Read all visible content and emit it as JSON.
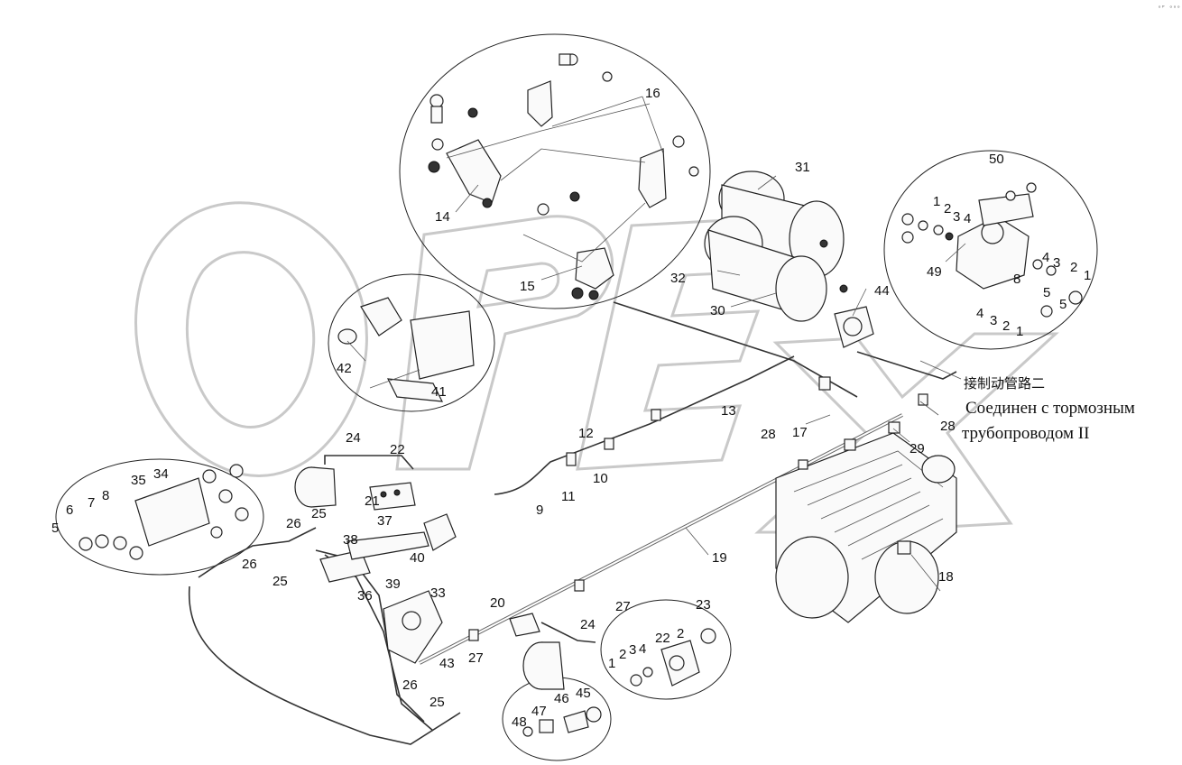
{
  "corner_mark": "ᵒᴾ ᵒᵒᵒ",
  "callouts": {
    "c1a": "1",
    "c2a": "2",
    "c3a": "3",
    "c4a": "4",
    "c1b": "1",
    "c2b": "2",
    "c5b": "5",
    "c3b": "3",
    "c4b": "4",
    "c8": "8",
    "c4c": "4",
    "c3c": "3",
    "c2c": "2",
    "c1c": "1",
    "c49": "49",
    "c50": "50",
    "c14": "14",
    "c15": "15",
    "c16": "16",
    "c30": "30",
    "c31": "31",
    "c32": "32",
    "c44": "44",
    "c41": "41",
    "c42": "42",
    "c13": "13",
    "c12": "12",
    "c10": "10",
    "c11": "11",
    "c9": "9",
    "c17": "17",
    "c28a": "28",
    "c28b": "28",
    "c29": "29",
    "c18": "18",
    "c19": "19",
    "c22a": "22",
    "c24a": "24",
    "c21": "21",
    "c37": "37",
    "c25a": "25",
    "c26a": "26",
    "c35": "35",
    "c34": "34",
    "c5": "5",
    "c6": "6",
    "c7": "7",
    "c8b": "8",
    "c26b": "26",
    "c25b": "25",
    "c38": "38",
    "c40": "40",
    "c36": "36",
    "c39": "39",
    "c33": "33",
    "c43": "43",
    "c26c": "26",
    "c25c": "25",
    "c20": "20",
    "c27a": "27",
    "c27b": "27",
    "c24b": "24",
    "c23": "23",
    "c22b": "22",
    "c2d": "2",
    "c4d": "4",
    "c3d": "3",
    "c2e": "2",
    "c1d": "1",
    "c46": "46",
    "c45": "45",
    "c47": "47",
    "c48": "48"
  },
  "note_chinese": "接制动管路二",
  "note_russian_line1": "Соединен с тормозным",
  "note_russian_line2": "трубопроводом II",
  "watermark": "OPEX"
}
